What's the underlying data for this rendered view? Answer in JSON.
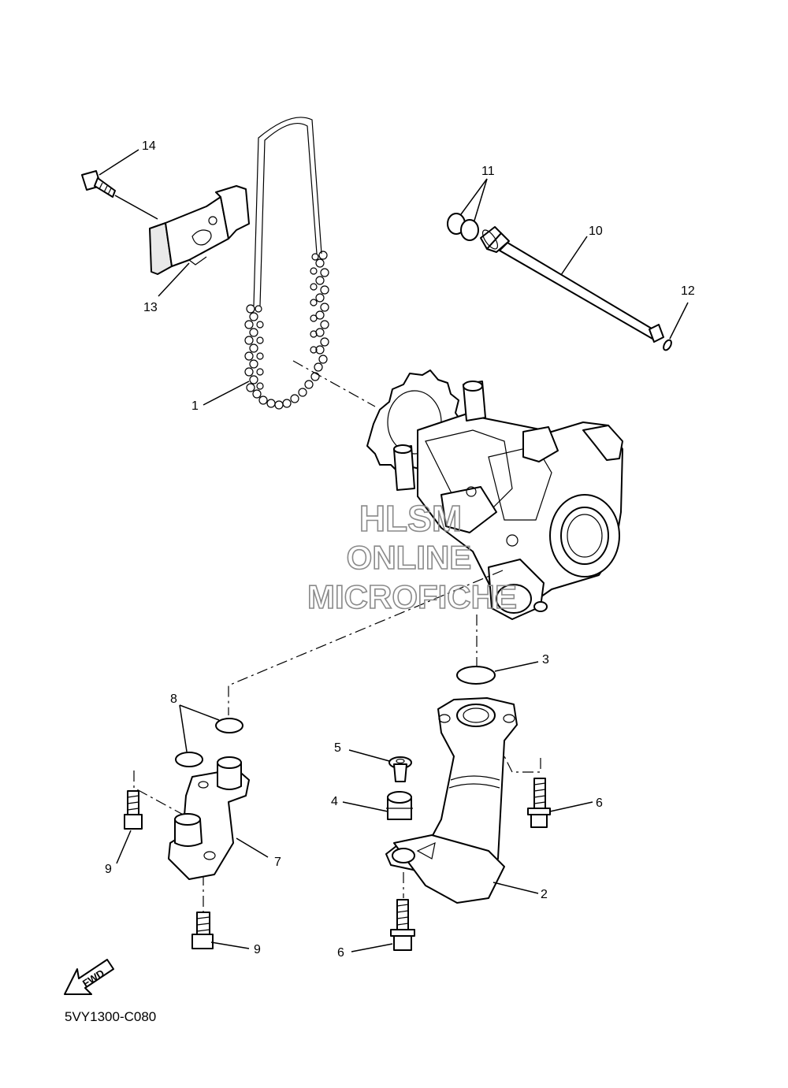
{
  "diagram_code": "5VY1300-C080",
  "watermark": {
    "line1": "HLSM",
    "line2": "ONLINE",
    "line3": "MICROFICHE"
  },
  "fwd_label": "FWD",
  "callouts": {
    "c1": "1",
    "c2": "2",
    "c3": "3",
    "c4": "4",
    "c5": "5",
    "c6a": "6",
    "c6b": "6",
    "c7": "7",
    "c8": "8",
    "c9a": "9",
    "c9b": "9",
    "c10": "10",
    "c11": "11",
    "c12": "12",
    "c13": "13",
    "c14": "14"
  }
}
